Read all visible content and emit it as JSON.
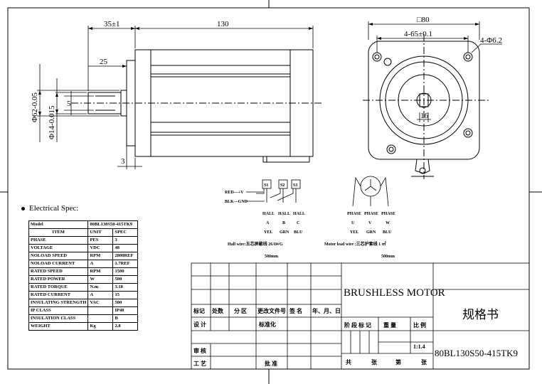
{
  "dimensions": {
    "shaft_length": "35±1",
    "body_length": "130",
    "flange_offset": "25",
    "key_width": "5",
    "spigot_dia": "Φ62-0.05",
    "shaft_dia": "Φ14-0.015",
    "flange_thickness": "3",
    "flange_square": "□80",
    "hole_spacing": "4-65±0.1",
    "hole_dia": "4-Φ6.2",
    "key_depth": "16"
  },
  "hall_wiring": {
    "plus_label": "RED—+V",
    "gnd_label": "BLK—GND",
    "connectors": [
      "S1",
      "S2",
      "S3"
    ],
    "names": [
      "HALL",
      "HALL",
      "HALL"
    ],
    "letters": [
      "A",
      "B",
      "C"
    ],
    "colors": [
      "YEL",
      "GRN",
      "BLU"
    ],
    "wire_note": "Hall wire:五芯屏蔽线 26AWG",
    "length": "500mm"
  },
  "motor_wiring": {
    "names": [
      "PHASE",
      "PHASE",
      "PHASE"
    ],
    "letters": [
      "U",
      "V",
      "W"
    ],
    "colors": [
      "YEL",
      "GRN",
      "BLU"
    ],
    "wire_note": "Motor lead wire :三芯护套线 1 ㎡",
    "length": "500mm"
  },
  "spec": {
    "heading": "Electrical Spec:",
    "model_label": "Model",
    "model_value": "80BL130S50-415TK9",
    "columns": [
      "ITEM",
      "UNIT",
      "SPEC"
    ],
    "rows": [
      [
        "PHASE",
        "PES",
        "3"
      ],
      [
        "VOLTAGE",
        "VDC",
        "48"
      ],
      [
        "NOLOAD SPEED",
        "RPM",
        "2800REF"
      ],
      [
        "NOLOAD CURRENT",
        "A",
        "1.7REF"
      ],
      [
        "RATED SPEED",
        "RPM",
        "1500"
      ],
      [
        "RATED POWER",
        "W",
        "500"
      ],
      [
        "RATED TORQUE",
        "N.m",
        "3.18"
      ],
      [
        "RATED CURRENT",
        "A",
        "15"
      ],
      [
        "INSULATING STRENGTH",
        "VAC",
        "500"
      ],
      [
        "IP CLASS",
        "",
        "IP40"
      ],
      [
        "INSULATION CLASS",
        "",
        "B"
      ],
      [
        "WEIGHT",
        "Kg",
        "2.8"
      ]
    ]
  },
  "title_block": {
    "title": "BRUSHLESS MOTOR",
    "doc_type": "规格书",
    "part_number": "80BL130S50-415TK9",
    "rev_headers": [
      "标记",
      "处数",
      "分 区",
      "更改文件号",
      "签 名",
      "年、月、日"
    ],
    "design": "设 计",
    "standardize": "标准化",
    "review": "审 核",
    "process": "工 艺",
    "approve": "批 准",
    "stage_mark": "阶 段 标 记",
    "weight": "重 量",
    "scale": "比 例",
    "scale_value": "1:1.4",
    "total": "共",
    "sheets": "张",
    "sheet_no": "第",
    "sheet_unit": "张"
  }
}
